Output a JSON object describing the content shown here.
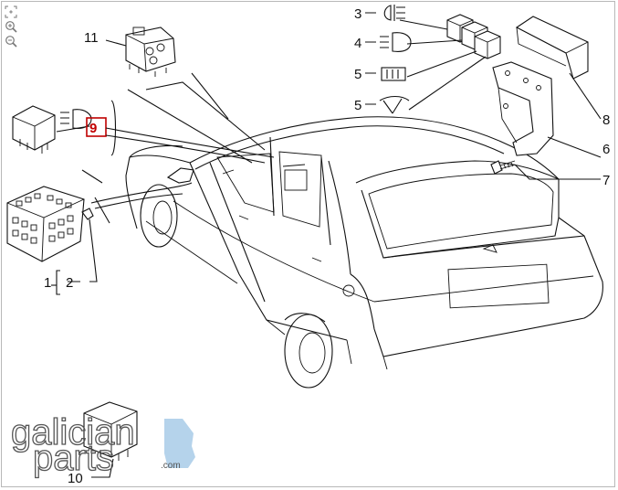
{
  "callouts": [
    {
      "id": "1",
      "text": "1"
    },
    {
      "id": "2",
      "text": "2"
    },
    {
      "id": "3",
      "text": "3"
    },
    {
      "id": "4",
      "text": "4"
    },
    {
      "id": "5a",
      "text": "5"
    },
    {
      "id": "5b",
      "text": "5"
    },
    {
      "id": "6",
      "text": "6"
    },
    {
      "id": "7",
      "text": "7"
    },
    {
      "id": "8",
      "text": "8"
    },
    {
      "id": "9",
      "text": "9"
    },
    {
      "id": "10",
      "text": "10"
    },
    {
      "id": "11",
      "text": "11"
    }
  ],
  "highlight": {
    "callout": "9",
    "color": "#c00000"
  },
  "watermark": {
    "line1": "galician",
    "line2": "parts",
    "suffix": ".com",
    "accent": "#9cc4e4"
  },
  "icons": [
    "fog-lamp-icon",
    "headlamp-icon",
    "rear-defrost-icon",
    "wiper-icon",
    "zoom-in-icon",
    "zoom-out-icon",
    "reset-view-icon"
  ]
}
